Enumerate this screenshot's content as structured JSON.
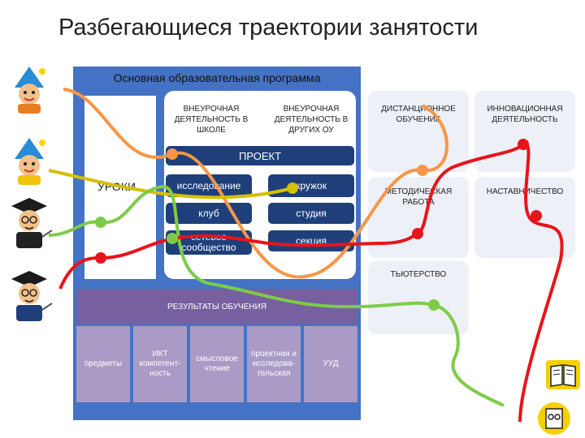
{
  "title": "Разбегающиеся траектории занятости",
  "main_program": {
    "label": "Основная образовательная программа"
  },
  "lessons": {
    "label": "УРОКИ"
  },
  "extracurricular": {
    "school": "ВНЕУРОЧНАЯ ДЕЯТЕЛЬНОСТЬ В ШКОЛЕ",
    "other": "ВНЕУРОЧНАЯ ДЕЯТЕЛЬНОСТЬ В ДРУГИХ ОУ",
    "project": "ПРОЕКТ",
    "items": [
      "исследование",
      "кружок",
      "клуб",
      "студия",
      "сетевое сообщество",
      "секция"
    ]
  },
  "right_cards": {
    "distance": "ДИСТАНЦИОННОЕ ОБУЧЕНИЕ",
    "innovation": "ИННОВАЦИОННАЯ ДЕЯТЕЛЬНОСТЬ",
    "methodical": "МЕТОДИЧЕСКАЯ РАБОТА",
    "mentoring": "НАСТАВНИЧЕСТВО",
    "tutoring": "ТЬЮТЕРСТВО"
  },
  "results": {
    "label": "РЕЗУЛЬТАТЫ ОБУЧЕНИЯ",
    "cells": [
      "предметы",
      "ИКТ компетент-ность",
      "смысловое чтение",
      "проектная и исследова-тельская",
      "УУД"
    ]
  },
  "colors": {
    "trajectory_orange": "#f79646",
    "trajectory_yellow": "#d4c000",
    "trajectory_green": "#7dcc47",
    "trajectory_red": "#e8141b",
    "panel_blue": "#4472c4",
    "results_purple": "#7660a0"
  },
  "figures": [
    "cartoon-student-icon",
    "cartoon-student-icon",
    "cartoon-teacher-icon",
    "cartoon-teacher-icon",
    "book-icon",
    "document-icon"
  ]
}
